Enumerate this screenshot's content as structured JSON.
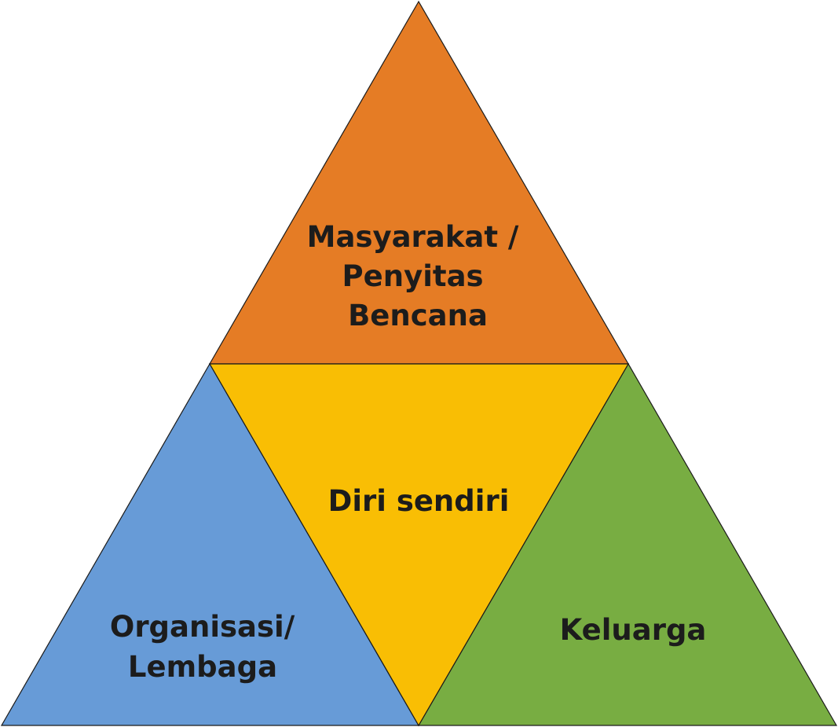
{
  "diagram": {
    "type": "triangle-quadrants",
    "segments": {
      "top": {
        "lines": [
          "Masyarakat /",
          "Penyitas",
          "Bencana"
        ],
        "color": "#E57C25"
      },
      "center": {
        "lines": [
          "Diri sendiri"
        ],
        "color": "#F9BE04"
      },
      "bottom_left": {
        "lines": [
          "Organisasi/",
          "Lembaga"
        ],
        "color": "#679BD7"
      },
      "bottom_right": {
        "lines": [
          "Keluarga"
        ],
        "color": "#78AD42"
      }
    },
    "outline_color": "#1a1a1a",
    "text_color": "#1c1c1c"
  }
}
